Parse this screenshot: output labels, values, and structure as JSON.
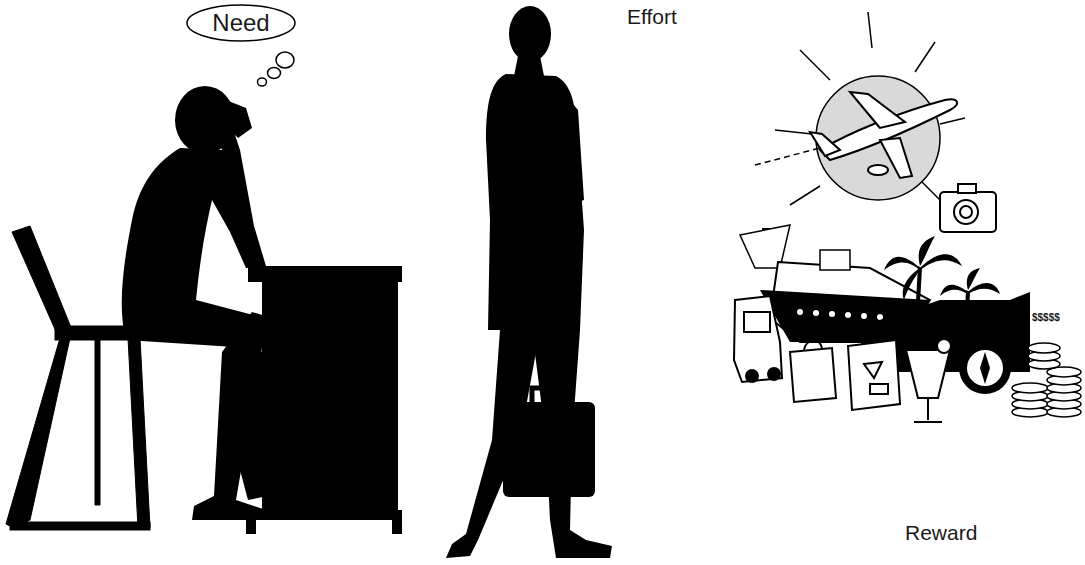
{
  "diagram": {
    "nodes": [
      {
        "text": [
          "Need"
        ]
      }
    ],
    "labels": [
      "Effort",
      "Reward",
      "$$$$$"
    ]
  }
}
